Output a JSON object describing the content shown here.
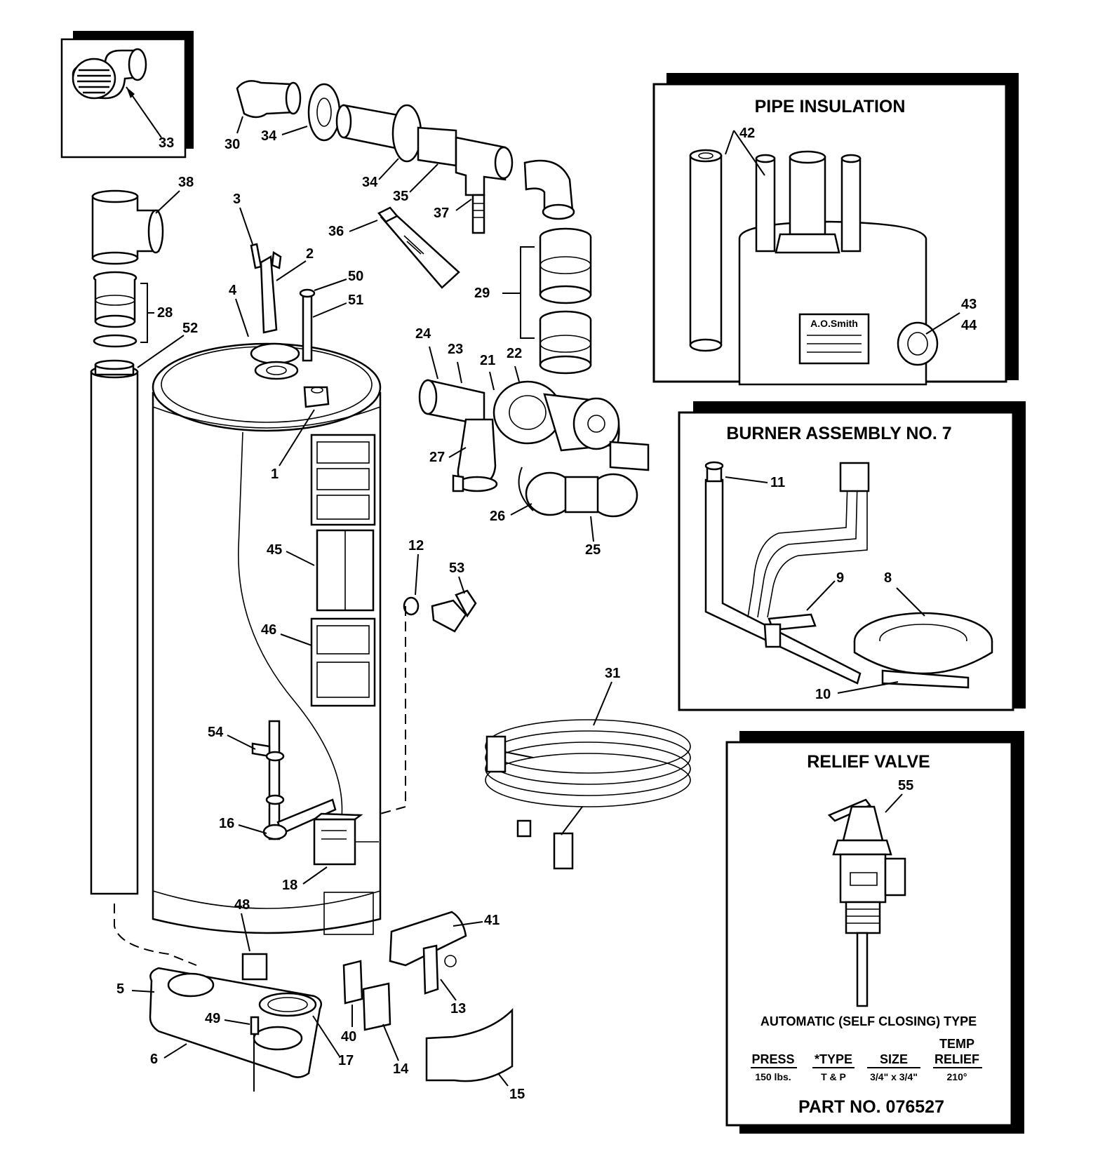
{
  "callouts": {
    "c1": "1",
    "c2": "2",
    "c3": "3",
    "c4": "4",
    "c5": "5",
    "c6": "6",
    "c8": "8",
    "c9": "9",
    "c10": "10",
    "c11": "11",
    "c12": "12",
    "c13": "13",
    "c14": "14",
    "c15": "15",
    "c16": "16",
    "c17": "17",
    "c18": "18",
    "c21": "21",
    "c22": "22",
    "c23": "23",
    "c24": "24",
    "c25": "25",
    "c26": "26",
    "c27": "27",
    "c28": "28",
    "c29": "29",
    "c30": "30",
    "c31": "31",
    "c33": "33",
    "c34a": "34",
    "c34b": "34",
    "c35": "35",
    "c36": "36",
    "c37": "37",
    "c38": "38",
    "c40": "40",
    "c41": "41",
    "c42": "42",
    "c43": "43",
    "c44": "44",
    "c45": "45",
    "c46": "46",
    "c48": "48",
    "c49": "49",
    "c50": "50",
    "c51": "51",
    "c52": "52",
    "c53": "53",
    "c54": "54",
    "c55": "55"
  },
  "pipe_insulation": {
    "title": "PIPE INSULATION",
    "brand": "A.O.Smith"
  },
  "burner_assembly": {
    "title": "BURNER ASSEMBLY NO. 7"
  },
  "relief_valve": {
    "title": "RELIEF VALVE",
    "type_note": "AUTOMATIC (SELF CLOSING) TYPE",
    "specs": [
      {
        "header": "PRESS",
        "value": "150 lbs."
      },
      {
        "header": "*TYPE",
        "value": "T & P"
      },
      {
        "header": "SIZE",
        "value": "3/4\" x 3/4\""
      },
      {
        "header_line1": "TEMP",
        "header": "RELIEF",
        "value": "210°"
      }
    ],
    "part_number": "PART NO. 076527"
  }
}
